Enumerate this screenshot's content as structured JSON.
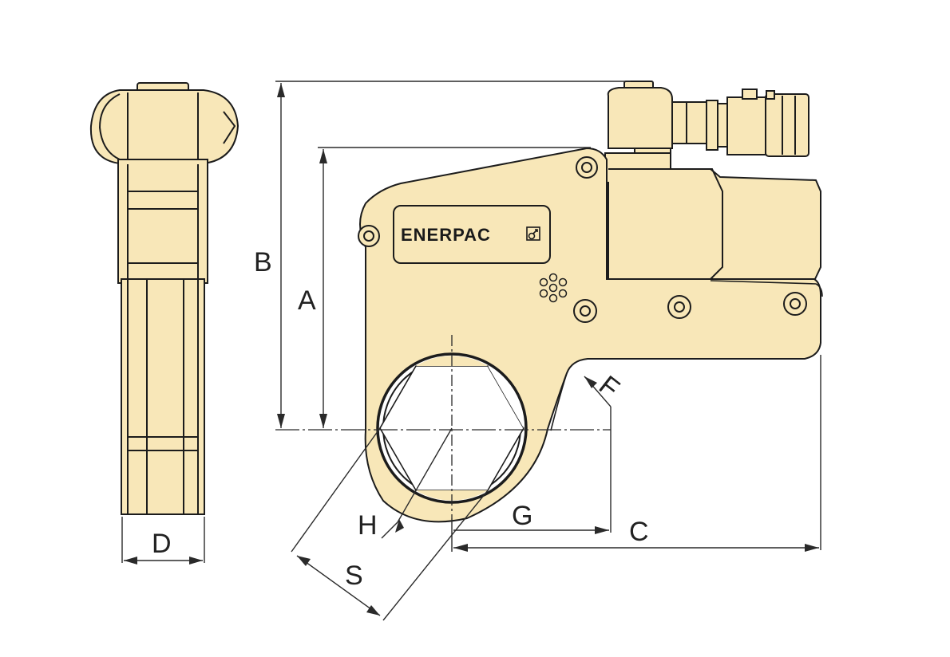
{
  "brand": {
    "name": "ENERPAC",
    "mark_icon": "gender-male-symbol-icon"
  },
  "dimension_labels": {
    "a": "A",
    "b": "B",
    "c": "C",
    "d": "D",
    "f": "F",
    "g": "G",
    "h": "H",
    "s": "S"
  },
  "colors": {
    "body_fill": "#f8e7b8",
    "outline": "#1c1c1c",
    "dimension_line": "#2a2a2a"
  }
}
